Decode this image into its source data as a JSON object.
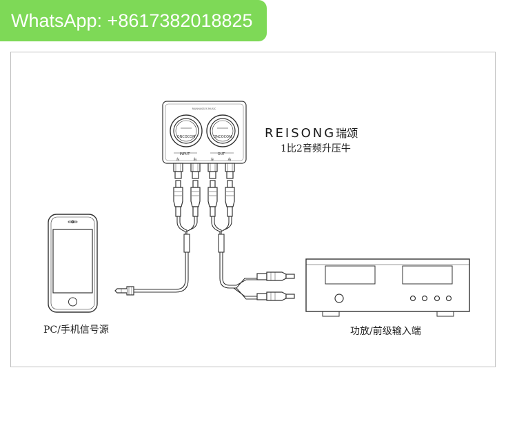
{
  "banner": {
    "text": "WhatsApp: +8617382018825",
    "color": "#7ed957"
  },
  "product": {
    "brand": "REISONG",
    "brand_cn": "瑞颂",
    "subtitle": "1比2音频升压牛",
    "panel_text": "RAINHASSES MUSIC ",
    "meter_text": "ONCOCOM",
    "input_label": "INPUT",
    "output_label": "OUT",
    "jack_marks": [
      "左",
      "右",
      "左",
      "右"
    ]
  },
  "labels": {
    "source": "PC/手机信号源",
    "amplifier": "功放/前级输入端"
  }
}
